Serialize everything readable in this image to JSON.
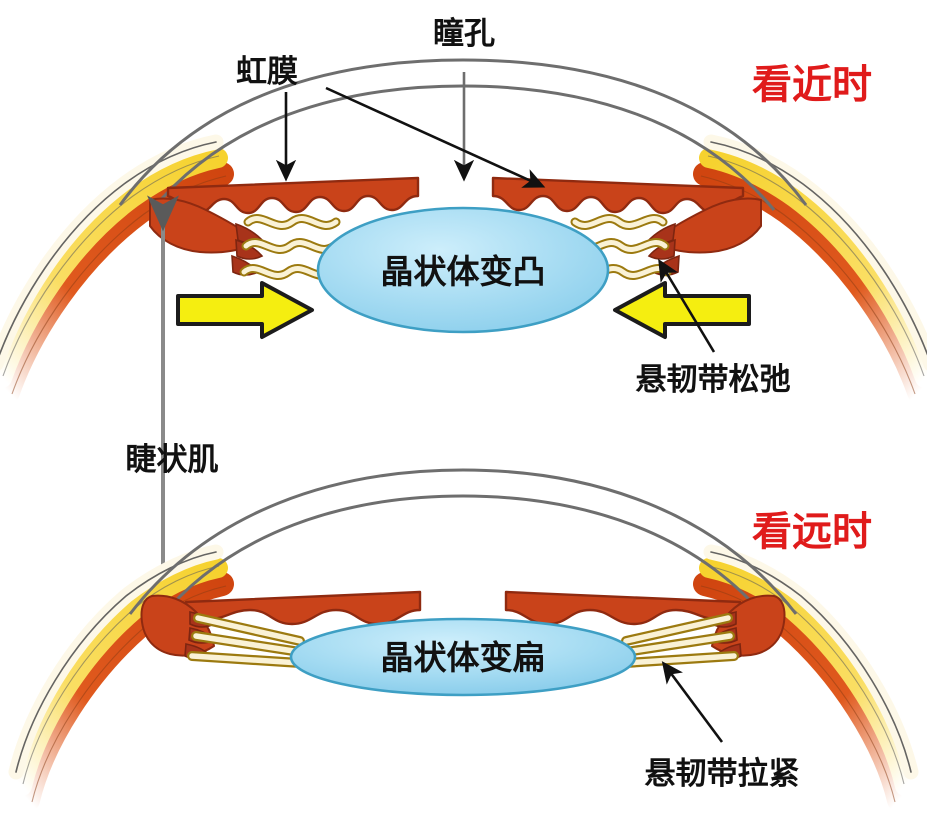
{
  "figure": {
    "title_near": "看近时",
    "title_far": "看远时",
    "accent_red": "#e01b1b",
    "lens_fill": "#a8ddf3",
    "lens_stroke": "#3e9fc4",
    "iris_fill": "#c43a18",
    "iris_stroke": "#8f2a10",
    "sclera_fill": "#fdf6e0",
    "choroid_fill": "#f5d430",
    "retina_fill": "#d94a15",
    "zonule_fill": "#faf0d2",
    "zonule_stroke": "#9c7a10",
    "arrow_yellow": "#f5ee10",
    "arrow_black": "#111111",
    "cornea_stroke": "#6e6e6e",
    "muscle_arrow": "#8a8a8a"
  },
  "near_panel": {
    "state_label": "看近时",
    "lens_label": "晶状体变凸",
    "iris_label": "虹膜",
    "pupil_label": "瞳孔",
    "zonule_label": "悬韧带松弛",
    "arrow_left_name": "contraction-arrow-right",
    "arrow_right_name": "contraction-arrow-left"
  },
  "far_panel": {
    "state_label": "看远时",
    "lens_label": "晶状体变扁",
    "zonule_label": "悬韧带拉紧"
  },
  "shared": {
    "ciliary_muscle_label": "睫状肌"
  }
}
